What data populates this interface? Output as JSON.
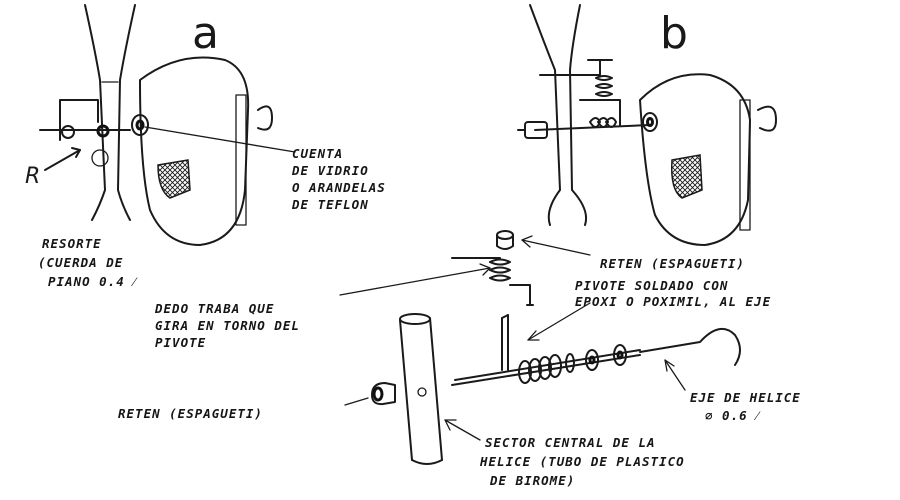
{
  "panels": {
    "a": "a",
    "b": "b"
  },
  "labels": {
    "r_marker": "R",
    "cuenta": [
      "CUENTA",
      "DE VIDRIO",
      "O ARANDELAS",
      "DE TEFLON"
    ],
    "resorte": [
      "RESORTE",
      "(CUERDA DE",
      "PIANO 0.4 ⁄"
    ],
    "reten_top": "RETEN (ESPAGUETI)",
    "pivote": [
      "PIVOTE SOLDADO CON",
      "EPOXI O POXIMIL, AL EJE"
    ],
    "dedo": [
      "DEDO TRABA QUE",
      "GIRA EN TORNO DEL",
      "PIVOTE"
    ],
    "eje": [
      "EJE DE HELICE",
      "⌀ 0.6 ⁄"
    ],
    "reten_left": "RETEN (ESPAGUETI)",
    "sector": [
      "SECTOR CENTRAL DE LA",
      "HELICE (TUBO DE PLASTICO",
      "DE BIROME)"
    ]
  },
  "colors": {
    "ink": "#1a1a1a",
    "paper": "#ffffff"
  }
}
